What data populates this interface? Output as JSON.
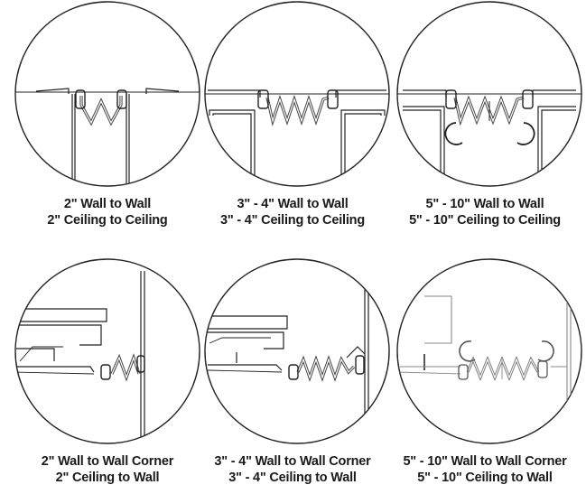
{
  "details": [
    {
      "line1": "2\" Wall to Wall",
      "line2": "2\" Ceiling to Ceiling"
    },
    {
      "line1": "3\" - 4\"  Wall to Wall",
      "line2": "3\" - 4\" Ceiling to Ceiling"
    },
    {
      "line1": "5\" - 10\" Wall to Wall",
      "line2": "5\" - 10\" Ceiling to Ceiling"
    },
    {
      "line1": "2\" Wall to Wall Corner",
      "line2": "2\" Ceiling to Wall"
    },
    {
      "line1": "3\" - 4\"  Wall to Wall Corner",
      "line2": "3\" - 4\" Ceiling to Wall"
    },
    {
      "line1": "5\" - 10\" Wall to Wall Corner",
      "line2": "5\" - 10\" Ceiling to Wall"
    }
  ],
  "colors": {
    "line": "#222222",
    "seal": "#555555",
    "light": "#8a8a8a"
  }
}
